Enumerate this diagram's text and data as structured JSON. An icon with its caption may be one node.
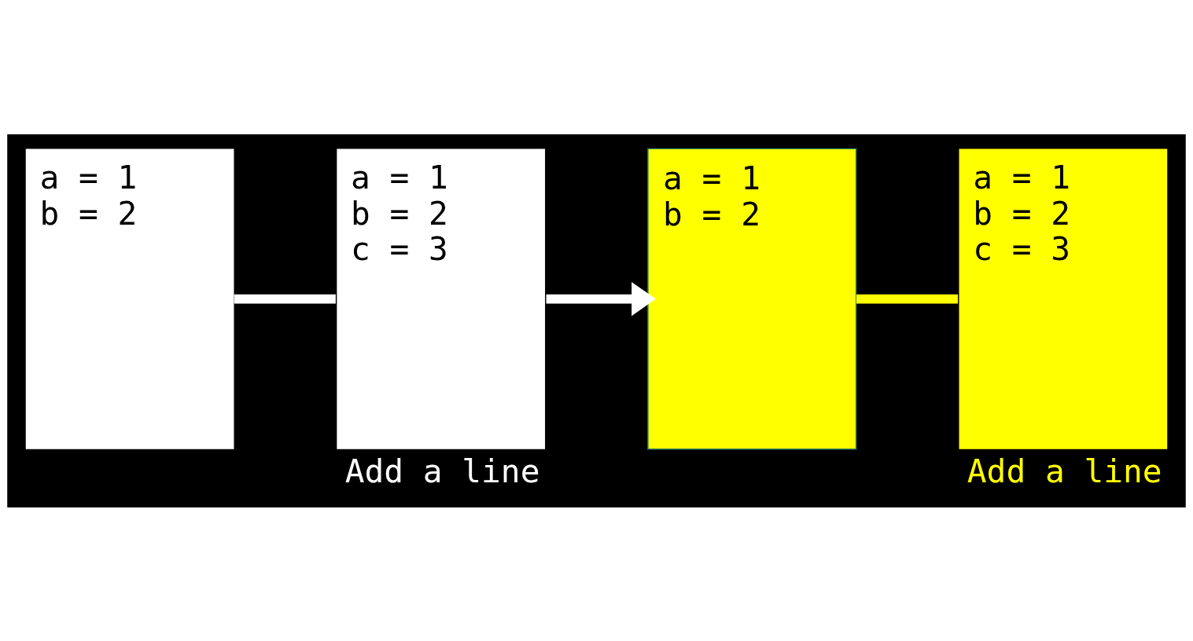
{
  "diagram": {
    "nodes": [
      {
        "text": [
          "a = 1",
          "b = 2"
        ]
      },
      {
        "text": [
          "a = 1",
          "b = 2",
          "c = 3"
        ],
        "beside": [
          "Add a line"
        ]
      },
      {
        "text": [
          "a = 1",
          "b = 2"
        ]
      },
      {
        "text": [
          "a = 1",
          "b = 2",
          "c = 3"
        ],
        "beside": [
          "Add a line"
        ]
      }
    ],
    "edges": [
      {
        "from": 0,
        "to": 1,
        "arrow": "none"
      },
      {
        "from": 1,
        "to": 2,
        "arrow": "to"
      },
      {
        "from": 2,
        "to": 3,
        "arrow": "none",
        "color": "#ffff00"
      }
    ]
  }
}
